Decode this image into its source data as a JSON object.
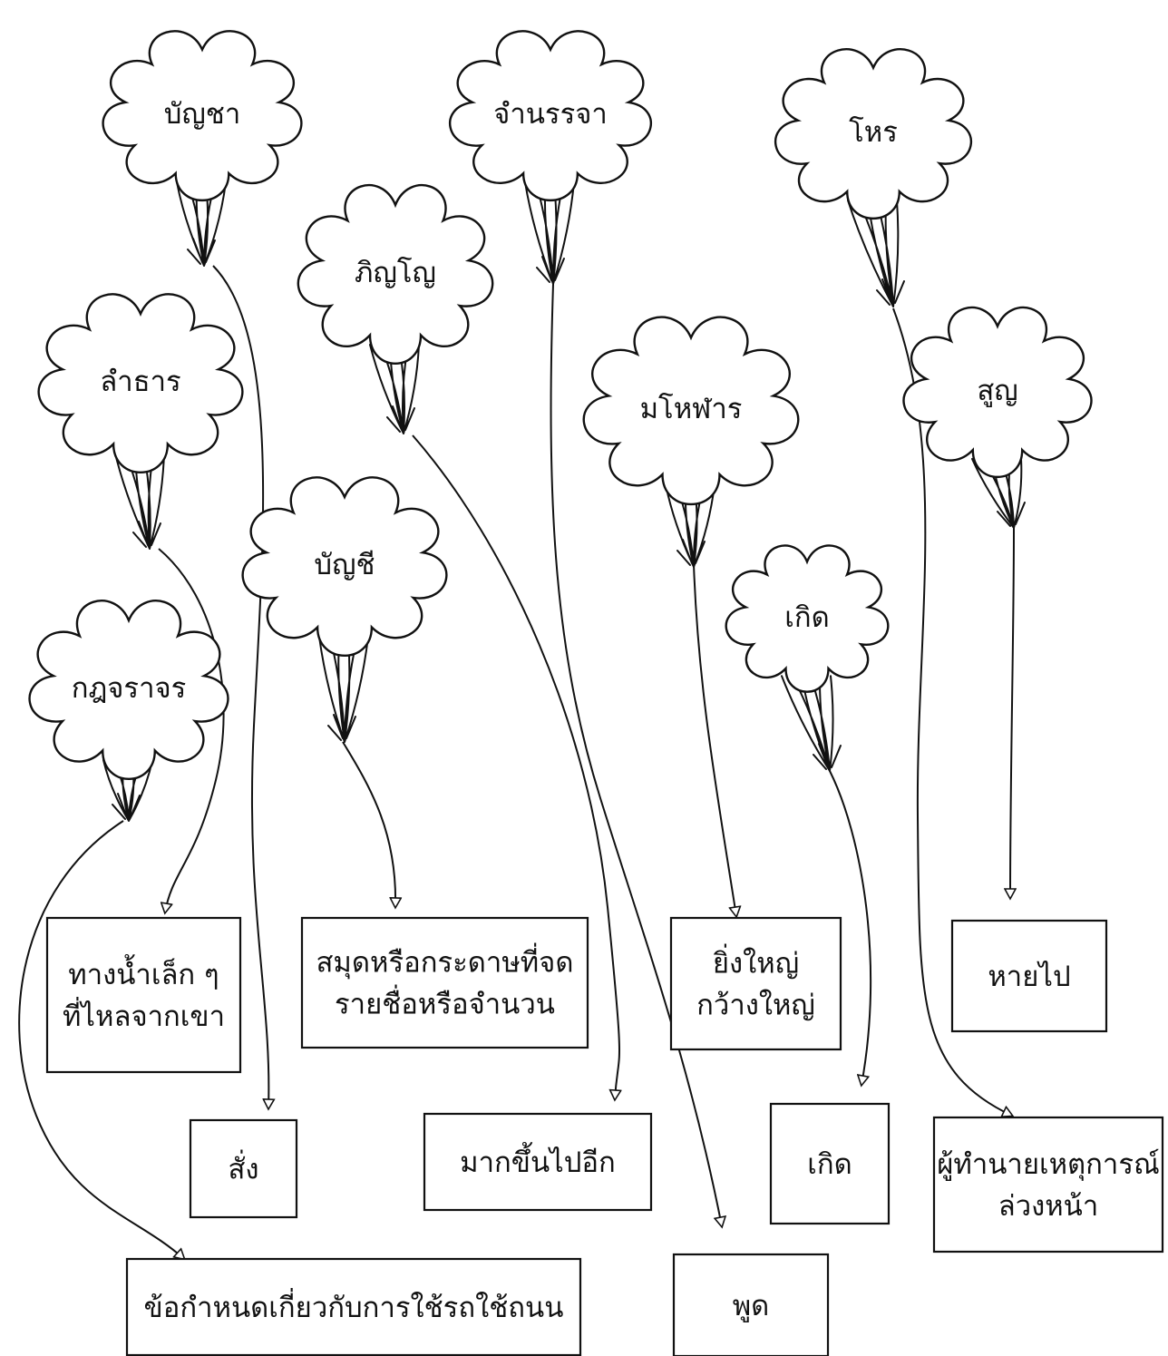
{
  "clouds": [
    {
      "id": "banchha",
      "label": "บัญชา"
    },
    {
      "id": "phinyo",
      "label": "ภิญโญ"
    },
    {
      "id": "chamnanchan",
      "label": "จำนรรจา"
    },
    {
      "id": "mahan",
      "label": "มโหฬาร"
    },
    {
      "id": "horn",
      "label": "โหร"
    },
    {
      "id": "suun",
      "label": "สูญ"
    },
    {
      "id": "lamthan",
      "label": "ลำธาร"
    },
    {
      "id": "banchi",
      "label": "บัญชี"
    },
    {
      "id": "kot",
      "label": "กฎจราจร"
    },
    {
      "id": "koet",
      "label": "เกิด"
    }
  ],
  "definitions": [
    {
      "id": "small-stream",
      "lines": [
        "ทางน้ำเล็ก ๆ",
        "ที่ไหลจากเขา"
      ]
    },
    {
      "id": "notebook",
      "lines": [
        "สมุดหรือกระดาษที่จด",
        "รายชื่อหรือจำนวน"
      ]
    },
    {
      "id": "big",
      "lines": [
        "ยิ่งใหญ่",
        "กว้างใหญ่"
      ]
    },
    {
      "id": "vanish",
      "lines": [
        "หายไป"
      ]
    },
    {
      "id": "order",
      "lines": [
        "สั่ง"
      ]
    },
    {
      "id": "more",
      "lines": [
        "มากขึ้นไปอีก"
      ]
    },
    {
      "id": "born",
      "lines": [
        "เกิด"
      ]
    },
    {
      "id": "foreteller",
      "lines": [
        "ผู้ทำนายเหตุการณ์",
        "ล่วงหน้า"
      ]
    },
    {
      "id": "traffic-rules",
      "lines": [
        "ข้อกำหนดเกี่ยวกับการใช้รถใช้ถนน"
      ]
    },
    {
      "id": "speak",
      "lines": [
        "พูด"
      ]
    }
  ]
}
